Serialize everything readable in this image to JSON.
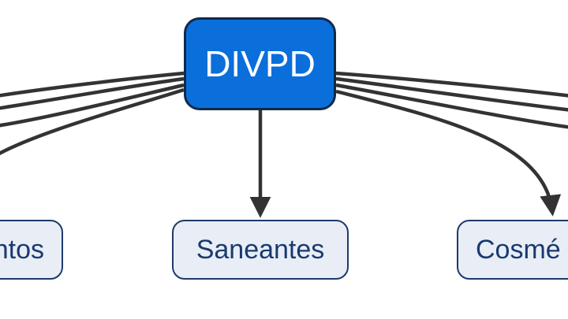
{
  "diagram": {
    "root": {
      "label": "DIVPD"
    },
    "children": [
      {
        "label": "ntos"
      },
      {
        "label": "Saneantes"
      },
      {
        "label": "Cosmé"
      }
    ]
  },
  "colors": {
    "root_fill": "#0a6fdb",
    "root_border": "#102a4a",
    "child_fill": "#e8edf6",
    "child_border": "#1d3a6b",
    "edge": "#333333"
  }
}
